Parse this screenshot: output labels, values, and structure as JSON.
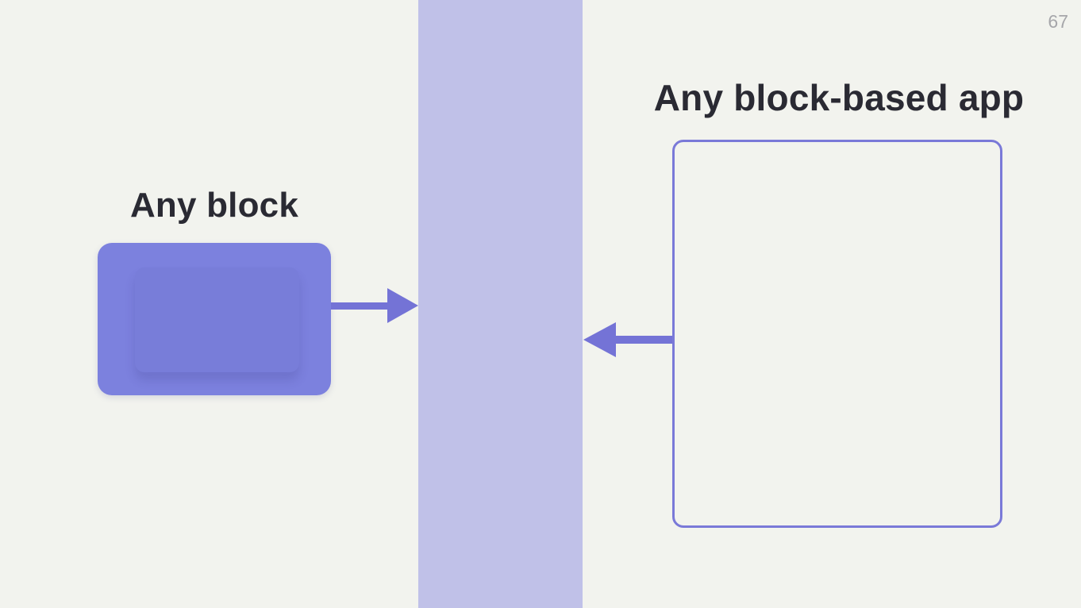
{
  "page_number": "67",
  "left": {
    "title": "Any block"
  },
  "right": {
    "title": "Any block-based app"
  },
  "colors": {
    "background": "#f2f3ee",
    "band": "#c0c1e8",
    "block-fill": "#7c81de",
    "block-inner-fill": "#787dd9",
    "arrow": "#7473d6",
    "outline": "#7a79d8",
    "title-text": "#2a2a33",
    "page-number": "#a6a6aa"
  }
}
